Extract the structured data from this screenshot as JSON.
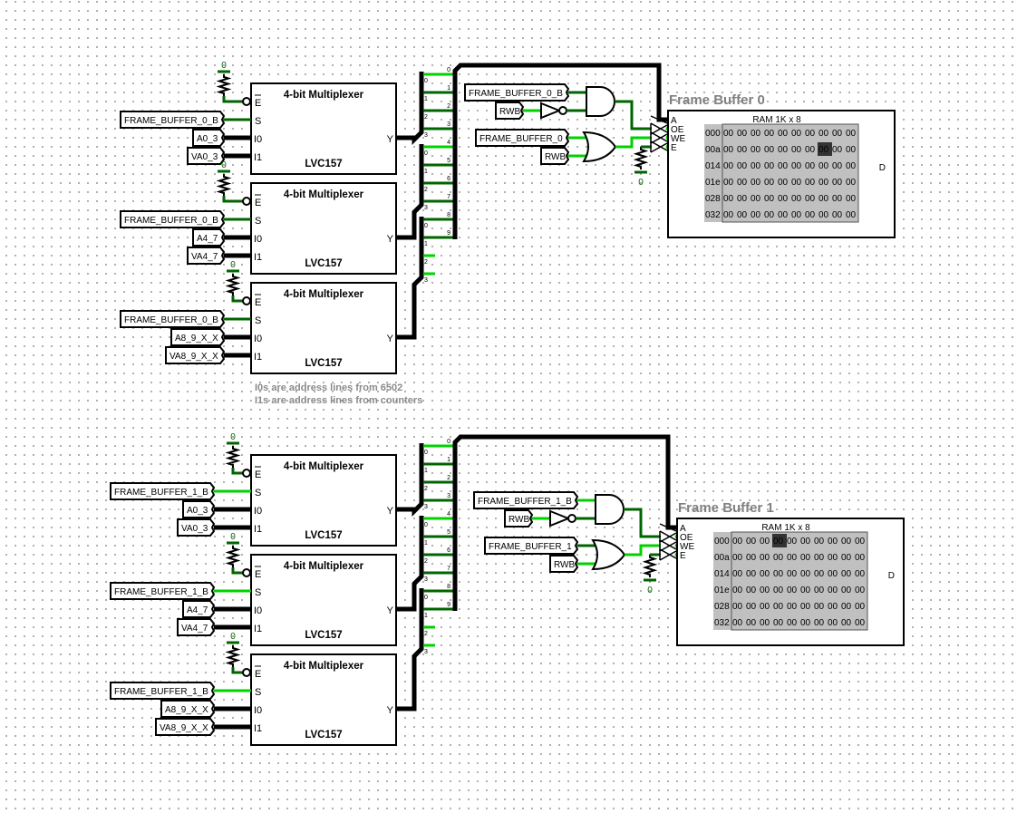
{
  "colors": {
    "wire_low": "#006400",
    "wire_high": "#00d200",
    "bus": "#000000",
    "label_gray": "#808080",
    "ram_bg": "#c0c0c0",
    "ram_selected": "#333333"
  },
  "notes": [
    "I0s are address lines from 6502",
    "I1s are address lines from counters"
  ],
  "mux_pins": {
    "enable": "E",
    "select": "S",
    "in0": "I0",
    "in1": "I1",
    "out": "Y"
  },
  "splitter_bits": [
    "0",
    "1",
    "2",
    "3"
  ],
  "bus_bits": [
    "0",
    "1",
    "2",
    "3",
    "4",
    "5",
    "6",
    "7",
    "8",
    "9"
  ],
  "blocks": [
    {
      "title": "Frame Buffer 0",
      "muxes": [
        {
          "title": "4-bit Multiplexer",
          "part": "LVC157",
          "enable_const": "0",
          "select_tag": "FRAME_BUFFER_0_B",
          "i0_tag": "A0_3",
          "i1_tag": "VA0_3"
        },
        {
          "title": "4-bit Multiplexer",
          "part": "LVC157",
          "enable_const": "0",
          "select_tag": "FRAME_BUFFER_0_B",
          "i0_tag": "A4_7",
          "i1_tag": "VA4_7"
        },
        {
          "title": "4-bit Multiplexer",
          "part": "LVC157",
          "enable_const": "0",
          "select_tag": "FRAME_BUFFER_0_B",
          "i0_tag": "A8_9_X_X",
          "i1_tag": "VA8_9_X_X"
        }
      ],
      "select_level": 0,
      "gates": {
        "and_tag": "FRAME_BUFFER_0_B",
        "and_rwb_tag": "RWB",
        "or_tag": "FRAME_BUFFER_0",
        "or_rwb_tag": "RWB",
        "pull_const": "0",
        "and_in_level": 0,
        "rwb_level": 1,
        "or_in_level": 1
      },
      "ram": {
        "title": "RAM 1K x 8",
        "pins": [
          "A",
          "OE",
          "WE",
          "E"
        ],
        "data_pin": "D",
        "addresses": [
          "000",
          "00a",
          "014",
          "01e",
          "028",
          "032"
        ],
        "rows": [
          [
            "00",
            "00",
            "00",
            "00",
            "00",
            "00",
            "00",
            "00",
            "00",
            "00"
          ],
          [
            "00",
            "00",
            "00",
            "00",
            "00",
            "00",
            "00",
            "00",
            "00",
            "00"
          ],
          [
            "00",
            "00",
            "00",
            "00",
            "00",
            "00",
            "00",
            "00",
            "00",
            "00"
          ],
          [
            "00",
            "00",
            "00",
            "00",
            "00",
            "00",
            "00",
            "00",
            "00",
            "00"
          ],
          [
            "00",
            "00",
            "00",
            "00",
            "00",
            "00",
            "00",
            "00",
            "00",
            "00"
          ],
          [
            "00",
            "00",
            "00",
            "00",
            "00",
            "00",
            "00",
            "00",
            "00",
            "00"
          ]
        ],
        "selected": {
          "row": 1,
          "col": 7
        }
      }
    },
    {
      "title": "Frame Buffer 1",
      "muxes": [
        {
          "title": "4-bit Multiplexer",
          "part": "LVC157",
          "enable_const": "0",
          "select_tag": "FRAME_BUFFER_1_B",
          "i0_tag": "A0_3",
          "i1_tag": "VA0_3"
        },
        {
          "title": "4-bit Multiplexer",
          "part": "LVC157",
          "enable_const": "0",
          "select_tag": "FRAME_BUFFER_1_B",
          "i0_tag": "A4_7",
          "i1_tag": "VA4_7"
        },
        {
          "title": "4-bit Multiplexer",
          "part": "LVC157",
          "enable_const": "0",
          "select_tag": "FRAME_BUFFER_1_B",
          "i0_tag": "A8_9_X_X",
          "i1_tag": "VA8_9_X_X"
        }
      ],
      "select_level": 1,
      "gates": {
        "and_tag": "FRAME_BUFFER_1_B",
        "and_rwb_tag": "RWB",
        "or_tag": "FRAME_BUFFER_1",
        "or_rwb_tag": "RWB",
        "pull_const": "0",
        "and_in_level": 1,
        "rwb_level": 1,
        "or_in_level": 0
      },
      "ram": {
        "title": "RAM 1K x 8",
        "pins": [
          "A",
          "OE",
          "WE",
          "E"
        ],
        "data_pin": "D",
        "addresses": [
          "000",
          "00a",
          "014",
          "01e",
          "028",
          "032"
        ],
        "rows": [
          [
            "00",
            "00",
            "00",
            "00",
            "00",
            "00",
            "00",
            "00",
            "00",
            "00"
          ],
          [
            "00",
            "00",
            "00",
            "00",
            "00",
            "00",
            "00",
            "00",
            "00",
            "00"
          ],
          [
            "00",
            "00",
            "00",
            "00",
            "00",
            "00",
            "00",
            "00",
            "00",
            "00"
          ],
          [
            "00",
            "00",
            "00",
            "00",
            "00",
            "00",
            "00",
            "00",
            "00",
            "00"
          ],
          [
            "00",
            "00",
            "00",
            "00",
            "00",
            "00",
            "00",
            "00",
            "00",
            "00"
          ],
          [
            "00",
            "00",
            "00",
            "00",
            "00",
            "00",
            "00",
            "00",
            "00",
            "00"
          ]
        ],
        "selected": {
          "row": 0,
          "col": 3
        }
      }
    }
  ]
}
